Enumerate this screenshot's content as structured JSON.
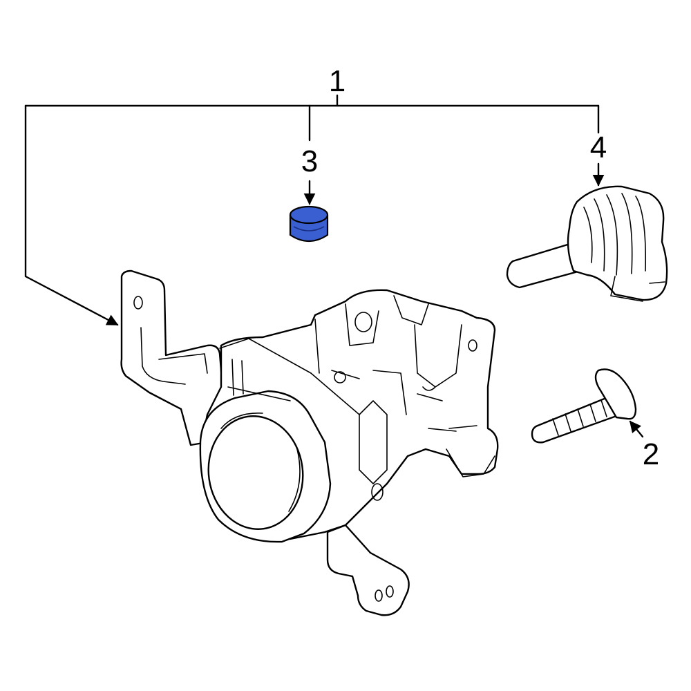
{
  "callouts": {
    "fog_lamp_assembly": "1",
    "screw": "2",
    "cap": "3",
    "bulb": "4"
  },
  "colors": {
    "line": "#000000",
    "background": "#ffffff",
    "highlight": "#3a5fd0",
    "highlight_dark": "#1f3fae"
  },
  "highlighted_part": "cap"
}
